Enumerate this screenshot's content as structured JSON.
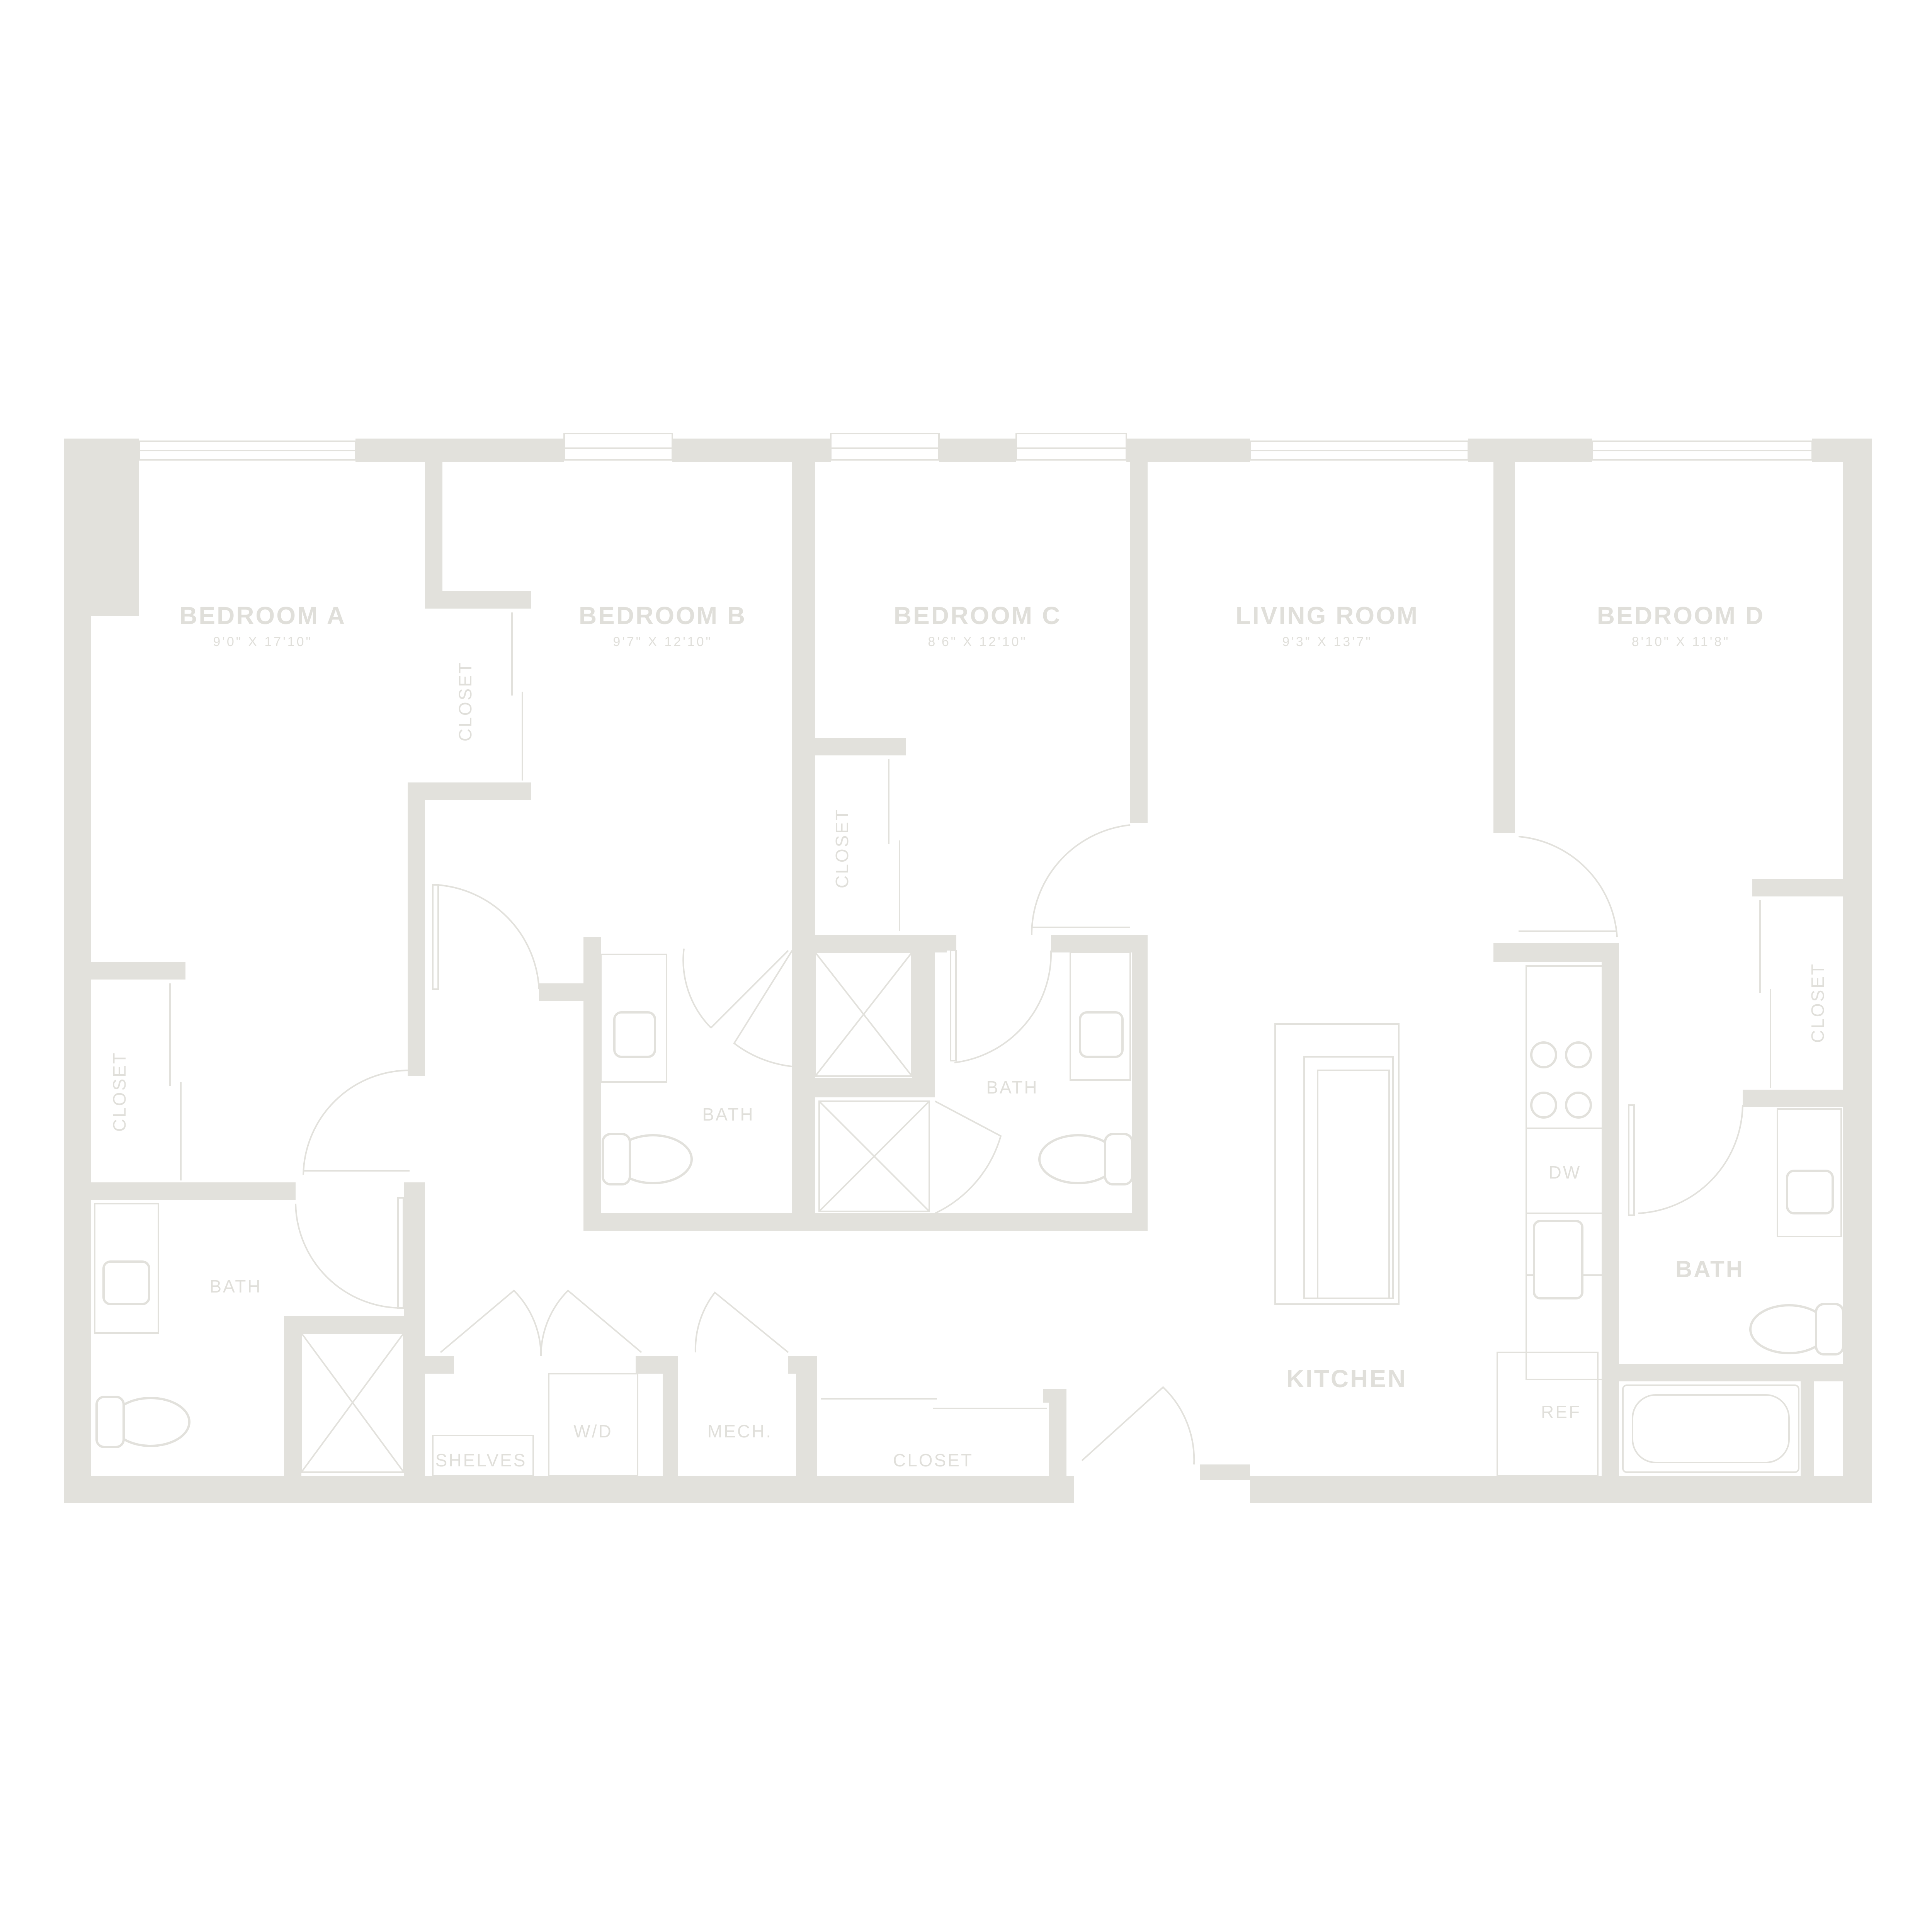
{
  "colors": {
    "wall": "#e2e1dc",
    "label": "#e0dfda",
    "background": "#ffffff"
  },
  "rooms": {
    "bedroom_a": {
      "name": "BEDROOM A",
      "dims": "9'0\" X 17'10\""
    },
    "bedroom_b": {
      "name": "BEDROOM B",
      "dims": "9'7\" X 12'10\""
    },
    "bedroom_c": {
      "name": "BEDROOM C",
      "dims": "8'6\" X 12'10\""
    },
    "living_room": {
      "name": "LIVING ROOM",
      "dims": "9'3\" X 13'7\""
    },
    "bedroom_d": {
      "name": "BEDROOM D",
      "dims": "8'10\" X 11'8\""
    }
  },
  "labels": {
    "closet_a": "CLOSET",
    "closet_b": "CLOSET",
    "closet_c": "CLOSET",
    "closet_d": "CLOSET",
    "closet_hall": "CLOSET",
    "bath_a": "BATH",
    "bath_b": "BATH",
    "bath_c": "BATH",
    "bath_d": "BATH",
    "shelves": "SHELVES",
    "washer_dryer": "W/D",
    "mech": "MECH.",
    "kitchen": "KITCHEN",
    "dishwasher": "DW",
    "refrigerator": "REF"
  }
}
